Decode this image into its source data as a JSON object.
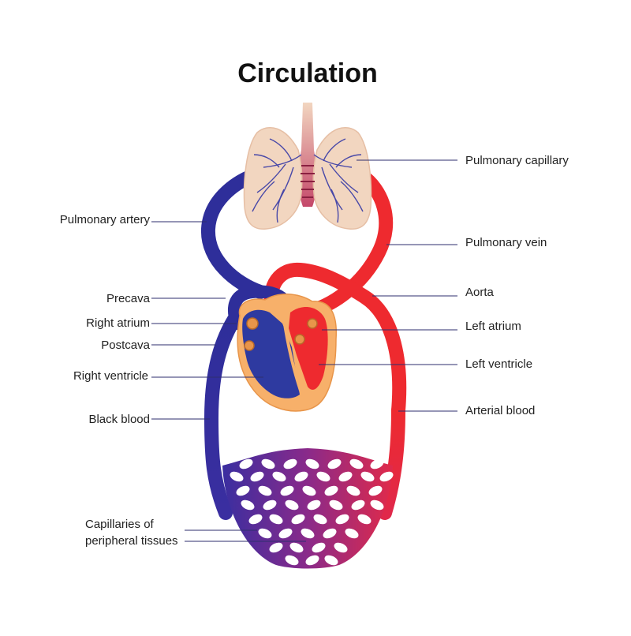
{
  "title": "Circulation",
  "colors": {
    "oxygenated": "#ee2a2f",
    "deoxygenated": "#2e2e9a",
    "lung_fill": "#f2d6c0",
    "heart_outer": "#f7b06a",
    "capillary_mix": "#7a2a8a"
  },
  "labels": {
    "pulmonary_capillary": "Pulmonary capillary",
    "pulmonary_artery": "Pulmonary artery",
    "pulmonary_vein": "Pulmonary vein",
    "precava": "Precava",
    "aorta": "Aorta",
    "right_atrium": "Right atrium",
    "left_atrium": "Left atrium",
    "postcava": "Postcava",
    "left_ventricle": "Left ventricle",
    "right_ventricle": "Right ventricle",
    "arterial_blood": "Arterial blood",
    "black_blood": "Black blood",
    "capillaries_line1": "Capillaries of",
    "capillaries_line2": "peripheral tissues"
  }
}
